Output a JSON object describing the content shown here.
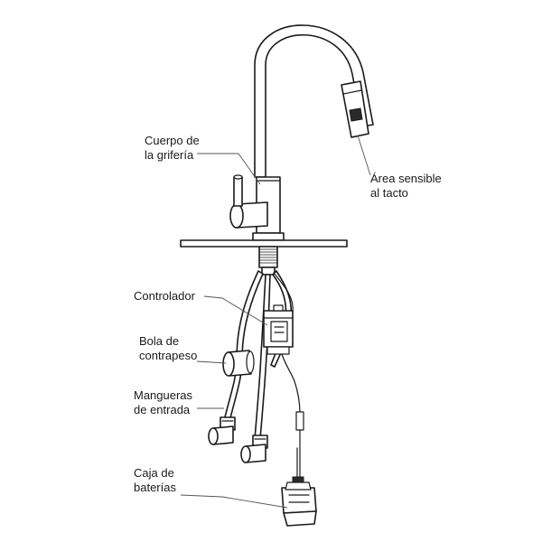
{
  "labels": {
    "body": [
      "Cuerpo de",
      "la grifería"
    ],
    "sensor": [
      "Área sensible",
      "al tacto"
    ],
    "controller": [
      "Controlador"
    ],
    "weight": [
      "Bola de",
      "contrapeso"
    ],
    "hoses": [
      "Mangueras",
      "de entrada"
    ],
    "battery": [
      "Caja de",
      "baterías"
    ]
  },
  "colors": {
    "line": "#1a1a1a",
    "leader": "#555555",
    "background": "#ffffff"
  }
}
